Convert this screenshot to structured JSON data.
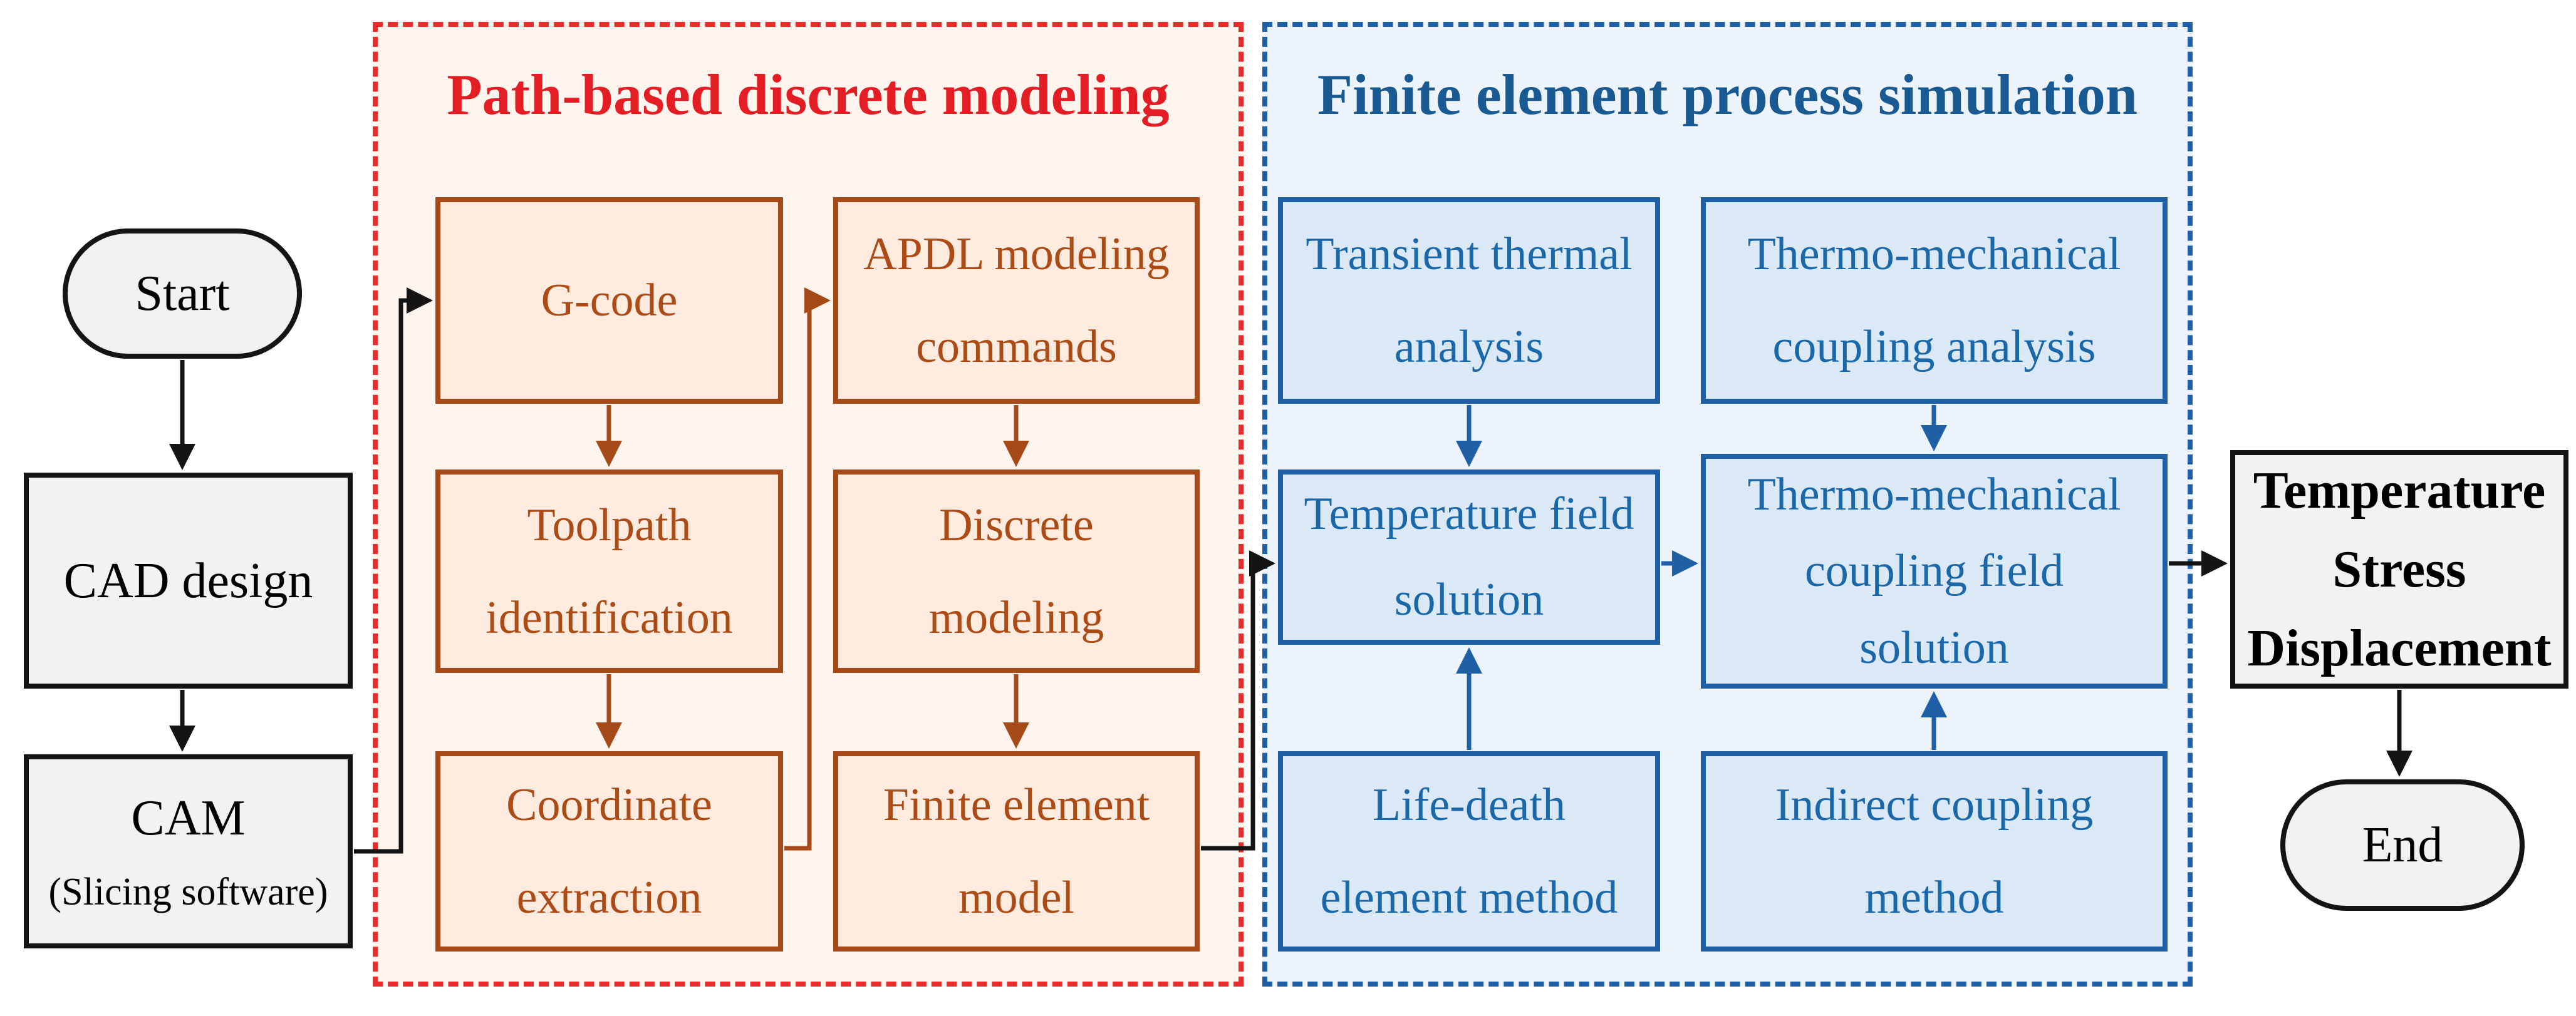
{
  "colors": {
    "red_accent": "#e82b2b",
    "red_title": "#e41d24",
    "red_section_fill": "#fdf4ee",
    "brown_border": "#a64a1a",
    "brown_text": "#ad4b16",
    "peach_fill": "#fcebde",
    "blue_accent": "#1f5fa6",
    "blue_text": "#1a67aa",
    "blue_title": "#1a5a93",
    "blue_box_fill": "#dbe9f7",
    "blue_section_fill": "#ecf3fa",
    "gray_fill": "#f2f2f2",
    "line_black": "#141414"
  },
  "terminators": {
    "start": "Start",
    "end": "End"
  },
  "gray_flow": {
    "cad": "CAD design",
    "cam_title": "CAM",
    "cam_subtitle": "(Slicing software)"
  },
  "red_section": {
    "title": "Path-based discrete modeling",
    "boxes": {
      "gcode": "G-code",
      "toolpath": "Toolpath\nidentification",
      "coordinate": "Coordinate\nextraction",
      "apdl": "APDL modeling\ncommands",
      "discrete": "Discrete\nmodeling",
      "fem": "Finite element\nmodel"
    }
  },
  "blue_section": {
    "title": "Finite element process simulation",
    "boxes": {
      "transient": "Transient thermal\nanalysis",
      "temperature": "Temperature field\nsolution",
      "lifedeath": "Life-death\nelement method",
      "coupling_analysis": "Thermo-mechanical\ncoupling analysis",
      "coupling_field": "Thermo-mechanical\ncoupling field\nsolution",
      "indirect": "Indirect coupling\nmethod"
    }
  },
  "output": {
    "label": "Temperature\nStress\nDisplacement"
  }
}
